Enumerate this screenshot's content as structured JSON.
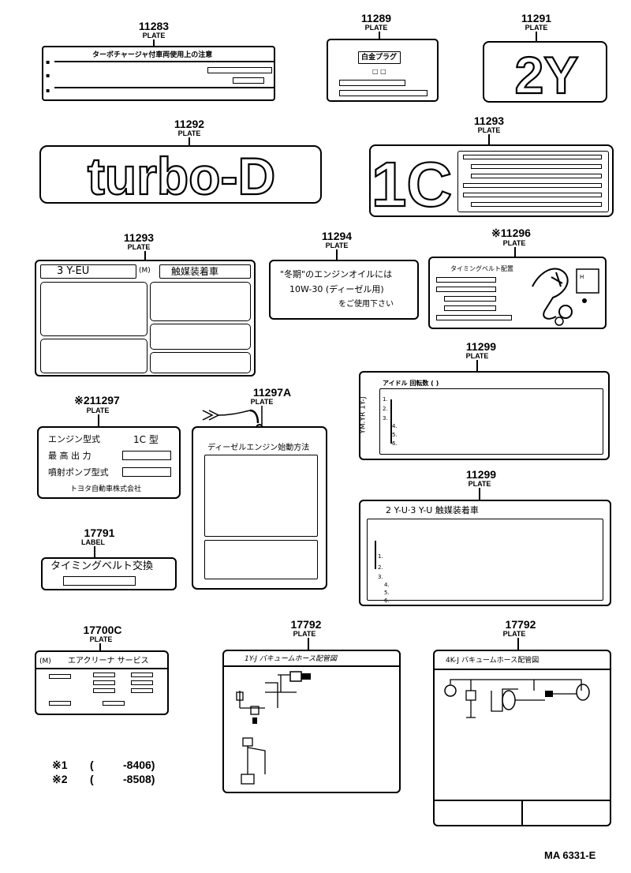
{
  "parts": {
    "p11283": {
      "number": "11283",
      "kind": "PLATE",
      "text": "ターボチャージャ付車両使用上の注意"
    },
    "p11289": {
      "number": "11289",
      "kind": "PLATE",
      "text": "白金プラグ",
      "small": "□ □"
    },
    "p11291": {
      "number": "11291",
      "kind": "PLATE",
      "emblem": "2Y"
    },
    "p11292": {
      "number": "11292",
      "kind": "PLATE",
      "emblem": "turbo-D"
    },
    "p11293a": {
      "number": "11293",
      "kind": "PLATE",
      "emblem": "1C"
    },
    "p11293b": {
      "number": "11293",
      "kind": "PLATE",
      "engine": "3 Y-EU",
      "mark": "(M)",
      "catalyst": "触媒装着車"
    },
    "p11294": {
      "number": "11294",
      "kind": "PLATE",
      "line1": "\"冬期\"のエンジンオイルには",
      "line2": "10W-30 (ディーゼル用)",
      "line3": "をご使用下さい"
    },
    "p11296": {
      "number": "11296",
      "prefix": "※",
      "kind": "PLATE",
      "text": "タイミングベルト配置"
    },
    "p11299a": {
      "number": "11299",
      "kind": "PLATE",
      "header": "アイドル 回転数 (                    )",
      "side": "YM.YR 1Y-J",
      "rows": [
        "1.",
        "2.",
        "3.",
        "4.",
        "5.",
        "6."
      ]
    },
    "p11297": {
      "number": "11297",
      "prefix": "※2",
      "kind": "PLATE",
      "row1_label": "エンジン型式",
      "row1_value": "1C 型",
      "row2_label": "最 高 出 力",
      "row3_label": "噴射ポンプ型式",
      "maker": "トヨタ自動車株式会社"
    },
    "p11297A": {
      "number": "11297A",
      "kind": "PLATE",
      "title": "ディーゼルエンジン始動方法"
    },
    "p11299b": {
      "number": "11299",
      "kind": "PLATE",
      "header": "2 Y-U·3 Y-U 触媒装着車",
      "rows": [
        "1.",
        "2.",
        "3.",
        "4.",
        "5.",
        "6."
      ]
    },
    "p17791": {
      "number": "17791",
      "kind": "LABEL",
      "text": "タイミングベルト交換"
    },
    "p17700C": {
      "number": "17700C",
      "kind": "PLATE",
      "mark": "(M)",
      "text": "エアクリーナ  サービス"
    },
    "p17792a": {
      "number": "17792",
      "kind": "PLATE",
      "title": "1Y-J バキュームホース配管図"
    },
    "p17792b": {
      "number": "17792",
      "kind": "PLATE",
      "title": "4K-J バキュームホース配管図"
    }
  },
  "notes": [
    {
      "mark": "※1",
      "open": "(",
      "range": "-8406)"
    },
    {
      "mark": "※2",
      "open": "(",
      "range": "-8508)"
    }
  ],
  "diagram_code": "MA 6331-E"
}
